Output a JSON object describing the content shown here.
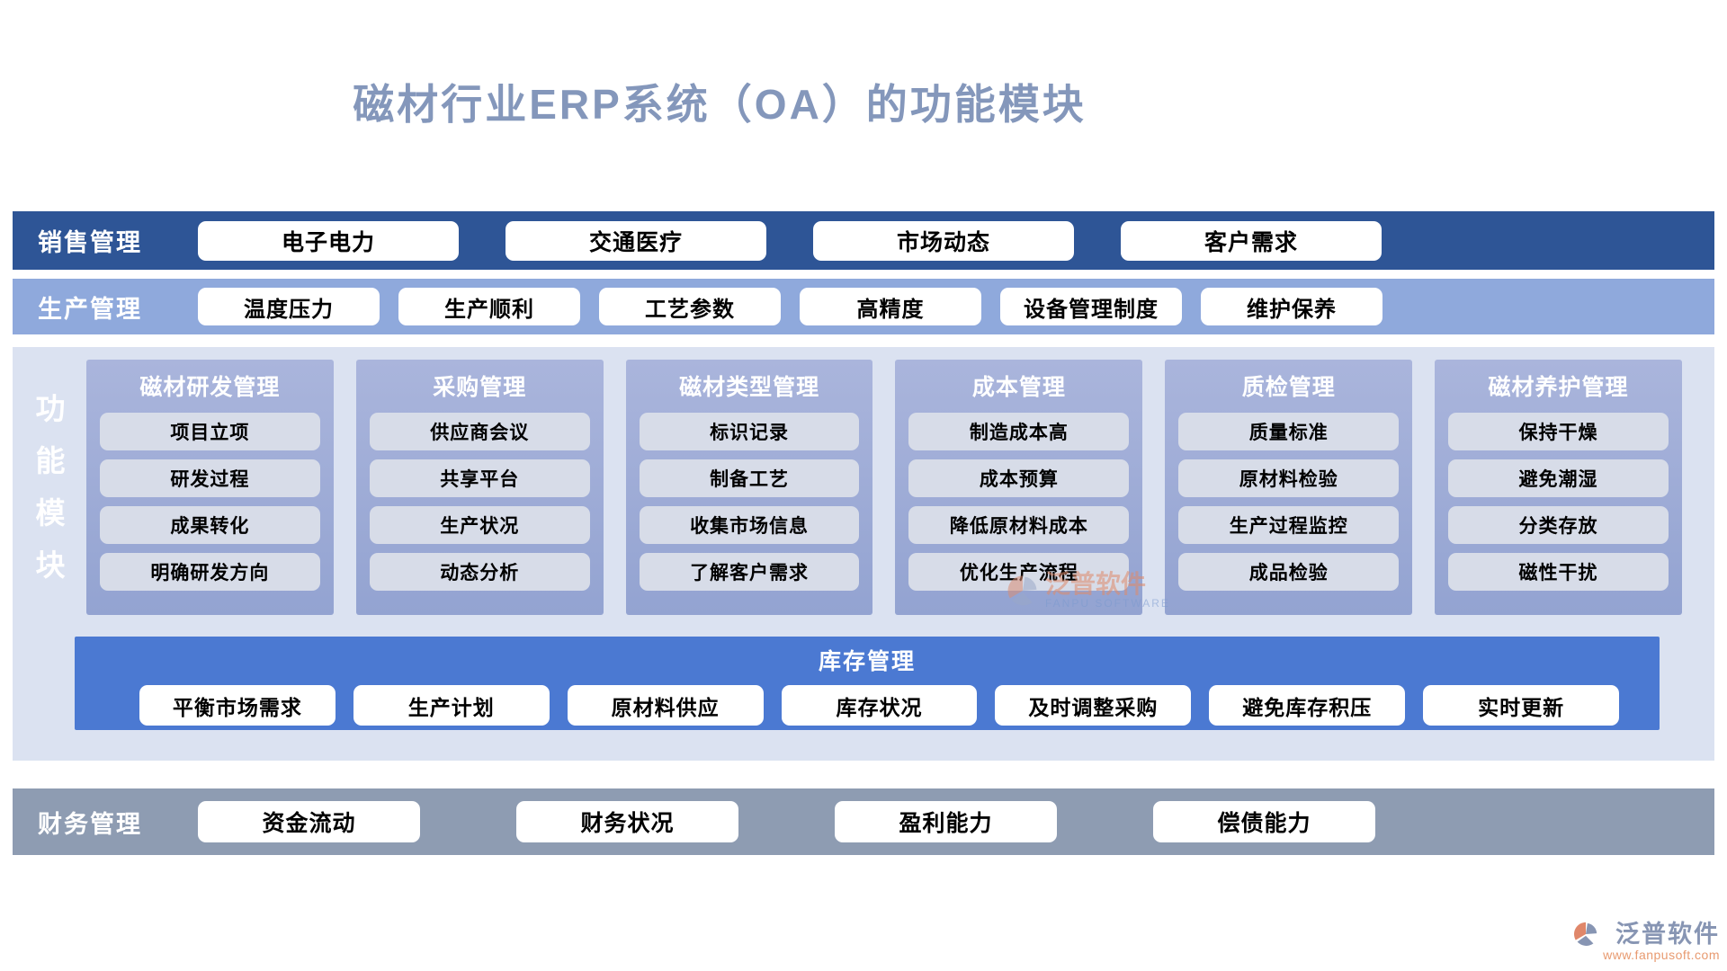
{
  "title": "磁材行业ERP系统（OA）的功能模块",
  "sales": {
    "label": "销售管理",
    "items": [
      "电子电力",
      "交通医疗",
      "市场动态",
      "客户需求"
    ]
  },
  "production": {
    "label": "生产管理",
    "items": [
      "温度压力",
      "生产顺利",
      "工艺参数",
      "高精度",
      "设备管理制度",
      "维护保养"
    ]
  },
  "function_modules": {
    "label": "功能模块",
    "columns": [
      {
        "title": "磁材研发管理",
        "items": [
          "项目立项",
          "研发过程",
          "成果转化",
          "明确研发方向"
        ]
      },
      {
        "title": "采购管理",
        "items": [
          "供应商会议",
          "共享平台",
          "生产状况",
          "动态分析"
        ]
      },
      {
        "title": "磁材类型管理",
        "items": [
          "标识记录",
          "制备工艺",
          "收集市场信息",
          "了解客户需求"
        ]
      },
      {
        "title": "成本管理",
        "items": [
          "制造成本高",
          "成本预算",
          "降低原材料成本",
          "优化生产流程"
        ]
      },
      {
        "title": "质检管理",
        "items": [
          "质量标准",
          "原材料检验",
          "生产过程监控",
          "成品检验"
        ]
      },
      {
        "title": "磁材养护管理",
        "items": [
          "保持干燥",
          "避免潮湿",
          "分类存放",
          "磁性干扰"
        ]
      }
    ]
  },
  "inventory": {
    "title": "库存管理",
    "items": [
      "平衡市场需求",
      "生产计划",
      "原材料供应",
      "库存状况",
      "及时调整采购",
      "避免库存积压",
      "实时更新"
    ]
  },
  "finance": {
    "label": "财务管理",
    "items": [
      "资金流动",
      "财务状况",
      "盈利能力",
      "偿债能力"
    ]
  },
  "watermark": {
    "name": "泛普软件",
    "subtitle": "FANPU SOFTWARE"
  },
  "logo": {
    "name": "泛普软件",
    "url": "www.fanpusoft.com"
  },
  "colors": {
    "title_color": "#8497bb",
    "sales_band": "#2e5596",
    "production_band": "#8fa9dc",
    "panel_bg": "#dbe2f1",
    "column_top": "#aab5dc",
    "column_bottom": "#93a3d1",
    "item_bg": "#d7dce8",
    "inventory_band": "#4b79d2",
    "finance_band": "#8e9cb2",
    "accent_orange": "#e89a70",
    "logo_gray_blue": "#8795b3"
  }
}
